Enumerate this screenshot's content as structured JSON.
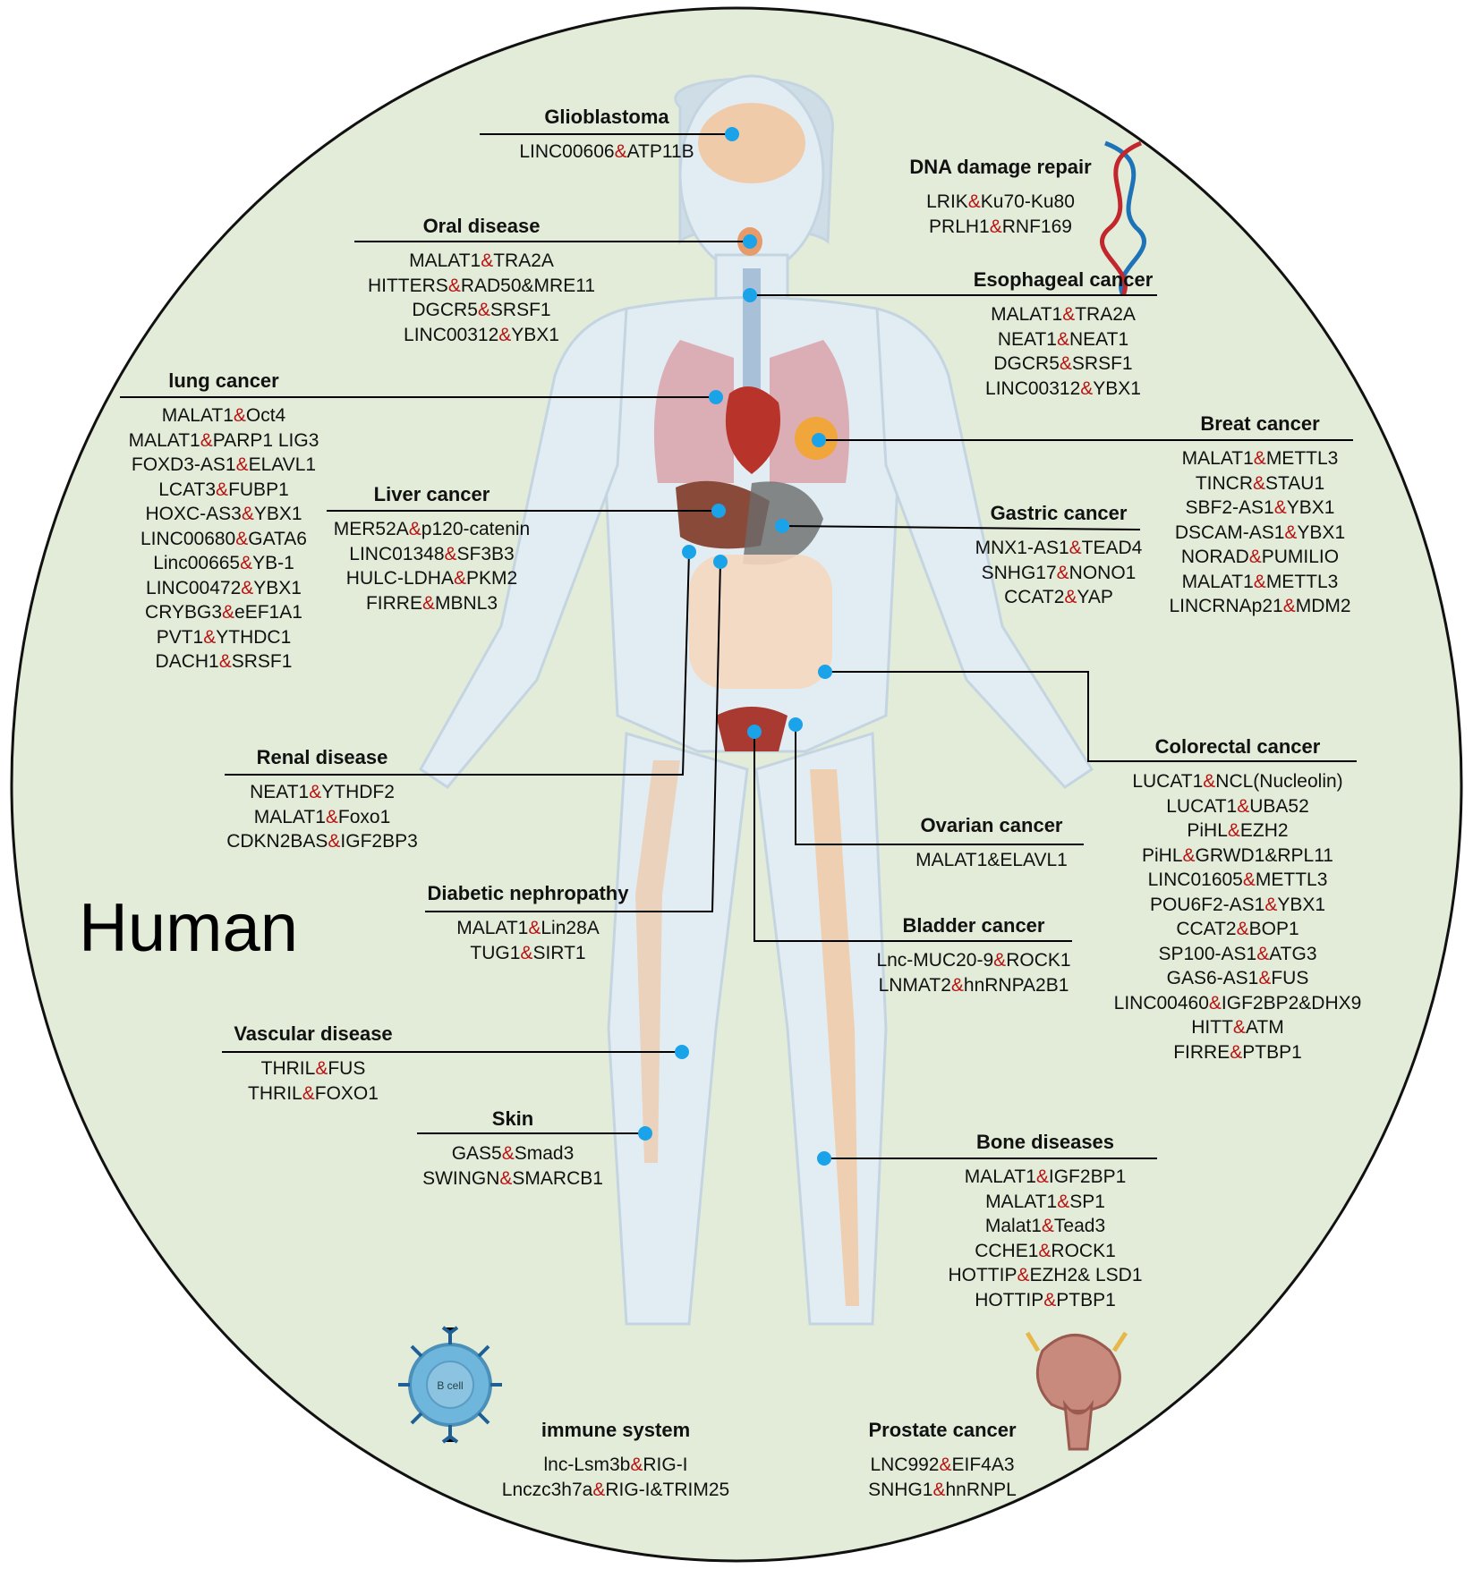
{
  "human_label": "Human",
  "cell_label": "B cell",
  "groups": [
    {
      "id": "glioblastoma",
      "title": "Glioblastoma",
      "items": [
        [
          "LINC00606",
          "ATP11B"
        ]
      ]
    },
    {
      "id": "oral",
      "title": "Oral disease",
      "items": [
        [
          "MALAT1",
          "TRA2A"
        ],
        [
          "HITTERS",
          "RAD50&MRE11"
        ],
        [
          "DGCR5",
          "SRSF1"
        ],
        [
          "LINC00312",
          "YBX1"
        ]
      ]
    },
    {
      "id": "dna",
      "title": "DNA damage repair",
      "items": [
        [
          "LRIK",
          "Ku70-Ku80"
        ],
        [
          "PRLH1",
          "RNF169"
        ]
      ]
    },
    {
      "id": "esophageal",
      "title": "Esophageal cancer",
      "items": [
        [
          "MALAT1",
          "TRA2A"
        ],
        [
          "NEAT1",
          "NEAT1"
        ],
        [
          "DGCR5",
          "SRSF1"
        ],
        [
          "LINC00312",
          "YBX1"
        ]
      ]
    },
    {
      "id": "lung",
      "title": "lung cancer",
      "items": [
        [
          "MALAT1",
          "Oct4"
        ],
        [
          "MALAT1",
          "PARP1 LIG3"
        ],
        [
          "FOXD3-AS1",
          "ELAVL1"
        ],
        [
          "LCAT3",
          "FUBP1"
        ],
        [
          "HOXC-AS3",
          "YBX1"
        ],
        [
          "LINC00680",
          "GATA6"
        ],
        [
          "Linc00665",
          "YB-1"
        ],
        [
          "LINC00472",
          "YBX1"
        ],
        [
          "CRYBG3",
          "eEF1A1"
        ],
        [
          "PVT1",
          "YTHDC1"
        ],
        [
          "DACH1",
          "SRSF1"
        ]
      ]
    },
    {
      "id": "breast",
      "title": "Breat cancer",
      "items": [
        [
          "MALAT1",
          "METTL3"
        ],
        [
          "TINCR",
          "STAU1"
        ],
        [
          "SBF2-AS1",
          "YBX1"
        ],
        [
          "DSCAM-AS1",
          "YBX1"
        ],
        [
          "NORAD",
          "PUMILIO"
        ],
        [
          "MALAT1",
          "METTL3"
        ],
        [
          "LINCRNAp21",
          "MDM2"
        ]
      ]
    },
    {
      "id": "liver",
      "title": "Liver cancer",
      "items": [
        [
          "MER52A",
          "p120-catenin"
        ],
        [
          "LINC01348",
          "SF3B3"
        ],
        [
          "HULC-LDHA",
          "PKM2"
        ],
        [
          "FIRRE",
          "MBNL3"
        ]
      ]
    },
    {
      "id": "gastric",
      "title": "Gastric cancer",
      "items": [
        [
          "MNX1-AS1",
          "TEAD4"
        ],
        [
          "SNHG17",
          "NONO1"
        ],
        [
          "CCAT2",
          "YAP"
        ]
      ]
    },
    {
      "id": "colorectal",
      "title": "Colorectal cancer",
      "items": [
        [
          "LUCAT1",
          "NCL(Nucleolin)"
        ],
        [
          "LUCAT1",
          "UBA52"
        ],
        [
          "PiHL",
          "EZH2"
        ],
        [
          "PiHL",
          "GRWD1&RPL11"
        ],
        [
          "LINC01605",
          "METTL3"
        ],
        [
          "POU6F2-AS1",
          "YBX1"
        ],
        [
          "CCAT2",
          "BOP1"
        ],
        [
          "SP100-AS1",
          "ATG3"
        ],
        [
          "GAS6-AS1",
          "FUS"
        ],
        [
          "LINC00460",
          "IGF2BP2&DHX9"
        ],
        [
          "HITT",
          "ATM"
        ],
        [
          "FIRRE",
          "PTBP1"
        ]
      ]
    },
    {
      "id": "renal",
      "title": "Renal disease",
      "items": [
        [
          "NEAT1",
          "YTHDF2"
        ],
        [
          "MALAT1",
          "Foxo1"
        ],
        [
          "CDKN2BAS",
          "IGF2BP3"
        ]
      ]
    },
    {
      "id": "ovarian",
      "title": "Ovarian cancer",
      "items": [
        [
          "MALAT1&ELAVL1"
        ]
      ]
    },
    {
      "id": "diabetic",
      "title": "Diabetic nephropathy",
      "items": [
        [
          "MALAT1",
          "Lin28A"
        ],
        [
          "TUG1",
          "SIRT1"
        ]
      ]
    },
    {
      "id": "bladder",
      "title": "Bladder cancer",
      "items": [
        [
          "Lnc-MUC20-9",
          "ROCK1"
        ],
        [
          "LNMAT2",
          "hnRNPA2B1"
        ]
      ]
    },
    {
      "id": "vascular",
      "title": "Vascular disease",
      "items": [
        [
          "THRIL",
          "FUS"
        ],
        [
          "THRIL",
          "FOXO1"
        ]
      ]
    },
    {
      "id": "skin",
      "title": "Skin",
      "items": [
        [
          "GAS5",
          "Smad3"
        ],
        [
          "SWINGN",
          "SMARCB1"
        ]
      ]
    },
    {
      "id": "bone",
      "title": "Bone diseases",
      "items": [
        [
          "MALAT1",
          "IGF2BP1"
        ],
        [
          "MALAT1",
          "SP1"
        ],
        [
          "Malat1",
          "Tead3"
        ],
        [
          "CCHE1",
          "ROCK1"
        ],
        [
          "HOTTIP",
          "EZH2& LSD1"
        ],
        [
          "HOTTIP",
          "PTBP1"
        ]
      ]
    },
    {
      "id": "immune",
      "title": "immune system",
      "items": [
        [
          "lnc-Lsm3b",
          "RIG-I"
        ],
        [
          "Lnczc3h7a",
          "RIG-I&TRIM25"
        ]
      ]
    },
    {
      "id": "prostate",
      "title": "Prostate cancer",
      "items": [
        [
          "LNC992",
          "EIF4A3"
        ],
        [
          "SNHG1",
          "hnRNPL"
        ]
      ]
    }
  ],
  "colors": {
    "background": "#e3ecd8",
    "marker": "#1aa3e8",
    "ampersand": "#b81414",
    "body": "#dfeaf1"
  }
}
